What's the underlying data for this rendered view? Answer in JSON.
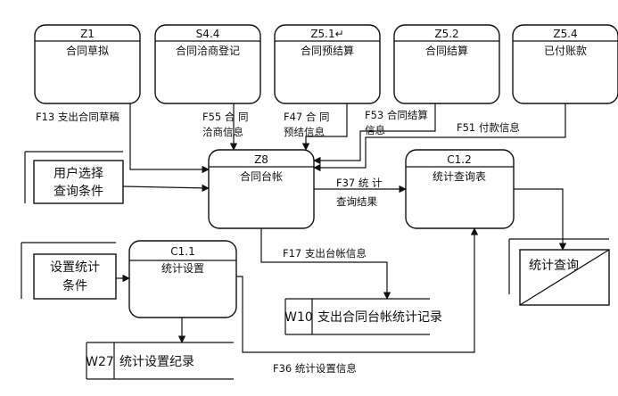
{
  "processes": {
    "z1": {
      "id": "Z1",
      "name": "合同草拟"
    },
    "s44": {
      "id": "S4.4",
      "name": "合同洽商登记"
    },
    "z51": {
      "id": "Z5.1↵",
      "name": "合同预结算"
    },
    "z52": {
      "id": "Z5.2",
      "name": "合同结算"
    },
    "z54": {
      "id": "Z5.4",
      "name": "已付账款"
    },
    "z8": {
      "id": "Z8",
      "name": "合同台帐"
    },
    "c12": {
      "id": "C1.2",
      "name": "统计查询表"
    },
    "c11": {
      "id": "C1.1",
      "name": "统计设置"
    }
  },
  "externals": {
    "user_query": {
      "line1": "用户选择",
      "line2": "查询条件"
    },
    "set_stat": {
      "line1": "设置统计",
      "line2": "条件"
    },
    "stat_query": {
      "text": "统计查询"
    }
  },
  "stores": {
    "w10": {
      "id": "W10",
      "name": "支出合同台帐统计记录"
    },
    "w27": {
      "id": "W27",
      "name": "统计设置纪录"
    }
  },
  "flows": {
    "f13": "F13 支出合同草稿",
    "f55a": "F55  合 同",
    "f55b": "洽商信息",
    "f47a": "F47  合 同",
    "f47b": "预结信息",
    "f53a": "F53  合同结算",
    "f53b": "信息",
    "f51": "F51 付款信息",
    "f37a": "F37  统 计",
    "f37b": "查询结果",
    "f17": "F17 支出台帐信息",
    "f36": "F36  统计设置信息"
  }
}
